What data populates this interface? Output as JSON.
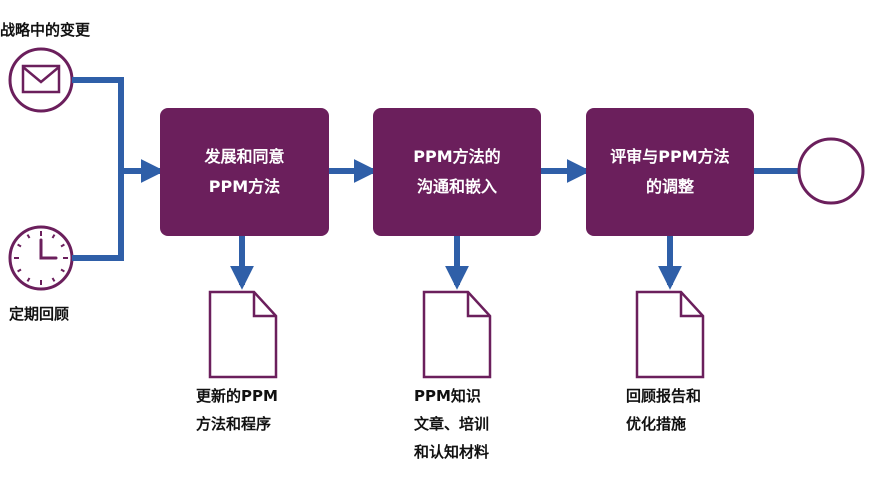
{
  "colors": {
    "box_fill": "#6b1f5c",
    "arrow": "#2f5fa8",
    "icon_stroke": "#6b1f5c"
  },
  "triggers": {
    "top": {
      "icon": "envelope-icon",
      "label": "战略中的变更"
    },
    "bottom": {
      "icon": "clock-icon",
      "label": "定期回顾"
    }
  },
  "steps": [
    {
      "line1": "发展和同意",
      "line2": "PPM方法"
    },
    {
      "line1": "PPM方法的",
      "line2": "沟通和嵌入"
    },
    {
      "line1": "评审与PPM方法",
      "line2": "的调整"
    }
  ],
  "outputs": [
    {
      "icon": "document-icon",
      "line1": "更新的PPM",
      "line2": "方法和程序",
      "line3": ""
    },
    {
      "icon": "document-icon",
      "line1": "PPM知识",
      "line2": "文章、培训",
      "line3": "和认知材料"
    },
    {
      "icon": "document-icon",
      "line1": "回顾报告和",
      "line2": "优化措施",
      "line3": ""
    }
  ],
  "end": {
    "icon": "end-circle-icon"
  }
}
